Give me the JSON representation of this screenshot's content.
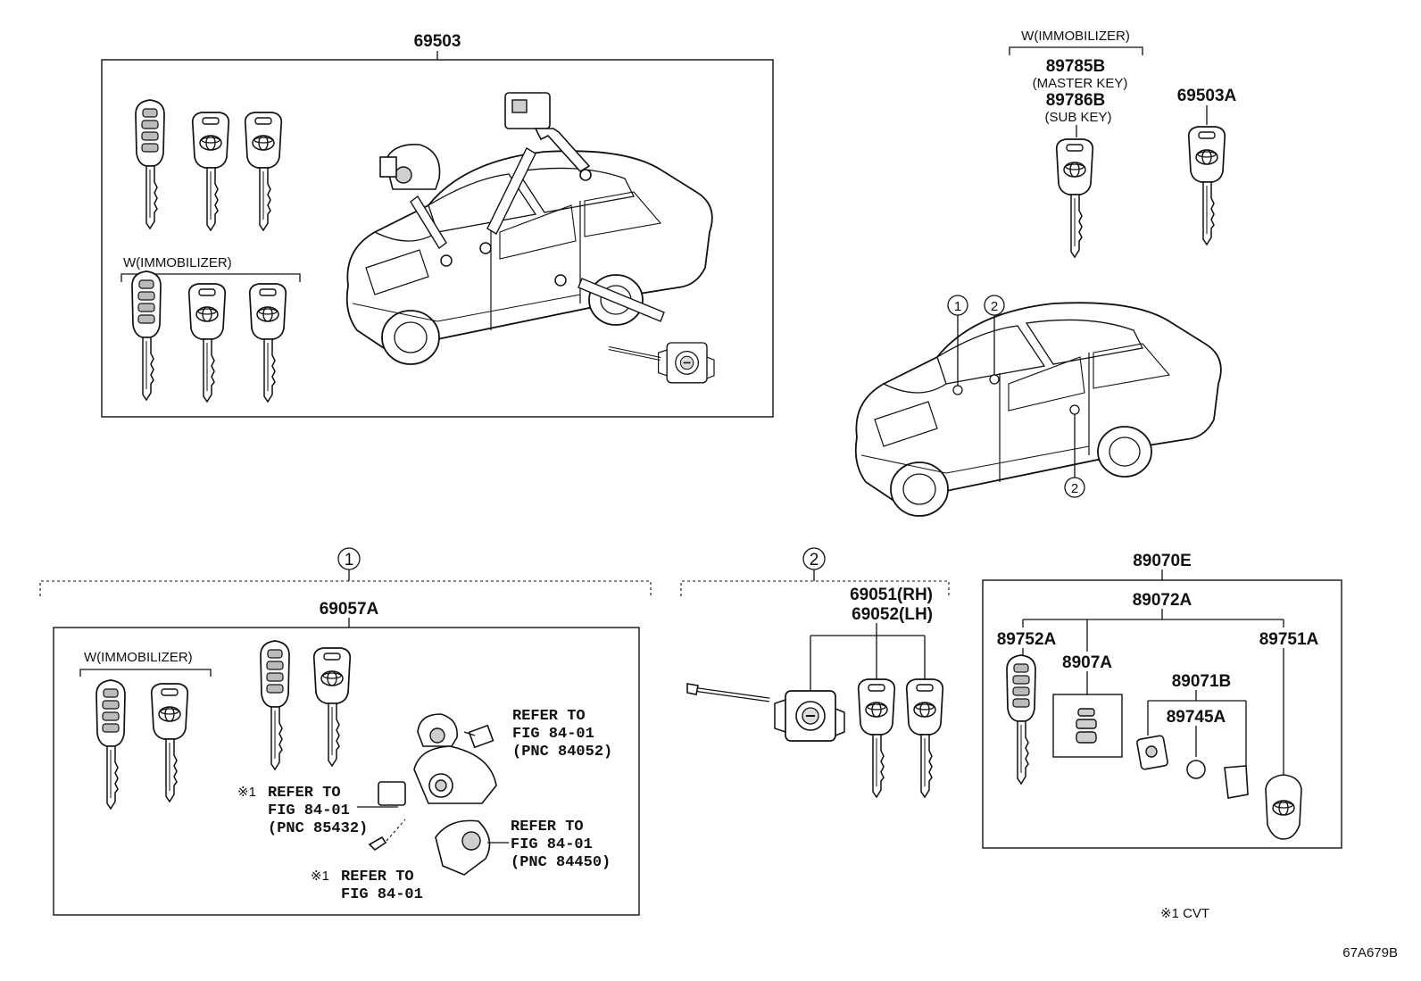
{
  "diagram": {
    "main_assembly": {
      "part_no": "69503",
      "immobilizer_label": "W(IMMOBILIZER)"
    },
    "key_options": {
      "immobilizer_label": "W(IMMOBILIZER)",
      "master_key_no": "89785B",
      "master_key_label": "(MASTER KEY)",
      "sub_key_no": "89786B",
      "sub_key_label": "(SUB KEY)",
      "key_blank_no": "69503A"
    },
    "location_car": {
      "marker_1": "1",
      "marker_2": "2",
      "marker_2_door": "2"
    },
    "section_1": {
      "marker": "1",
      "part_no": "69057A",
      "immobilizer_label": "W(IMMOBILIZER)",
      "refs": [
        {
          "line1": "REFER TO",
          "line2": "FIG 84-01",
          "line3": "(PNC 84052)"
        },
        {
          "mark": "※1",
          "line1": "REFER TO",
          "line2": "FIG 84-01",
          "line3": "(PNC 85432)"
        },
        {
          "line1": "REFER TO",
          "line2": "FIG 84-01",
          "line3": "(PNC 84450)"
        },
        {
          "mark": "※1",
          "line1": "REFER TO",
          "line2": "FIG 84-01"
        }
      ]
    },
    "section_2": {
      "marker": "2",
      "part_rh": "69051(RH)",
      "part_lh": "69052(LH)"
    },
    "transmitter": {
      "part_no": "89070E",
      "sub_no": "89072A",
      "key_no": "89752A",
      "cover_no": "8907A",
      "housing_no": "89751A",
      "board_no": "89071B",
      "battery_no": "89745A"
    },
    "footnote": "※1 CVT",
    "figure_code": "67A679B"
  }
}
